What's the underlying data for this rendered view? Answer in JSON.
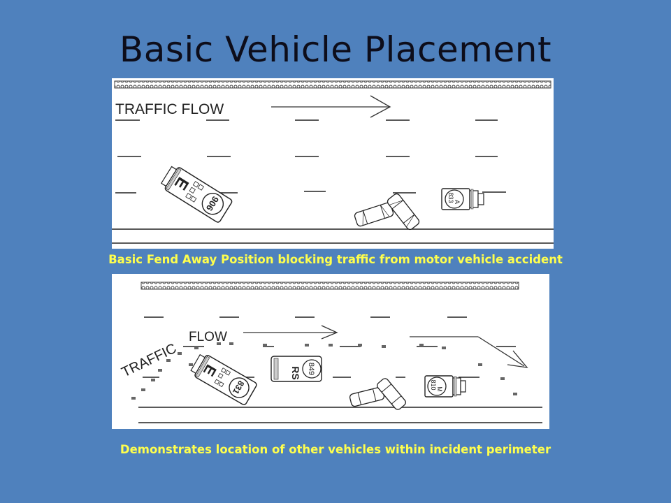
{
  "slide": {
    "title": "Basic Vehicle Placement"
  },
  "diagram1": {
    "traffic_flow_label": "TRAFFIC FLOW",
    "engine_letter": "E",
    "engine_number": "906",
    "ambulance_letter": "A",
    "ambulance_number": "833",
    "caption": "Basic Fend Away Position blocking traffic from motor vehicle accident"
  },
  "diagram2": {
    "traffic_label": "TRAFFIC",
    "flow_label": "FLOW",
    "engine_letter": "E",
    "engine_number": "831",
    "rescue_letters": "RS",
    "rescue_number": "849",
    "medic_letter": "M",
    "medic_number": "810",
    "caption": "Demonstrates location of other vehicles within incident perimeter"
  }
}
